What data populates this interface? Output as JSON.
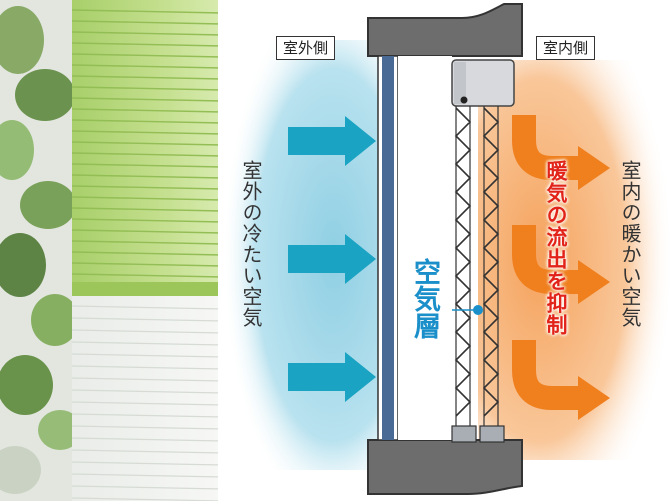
{
  "labels": {
    "outdoor_side": "室外側",
    "indoor_side": "室内側",
    "outdoor_air": "室外の冷たい空気",
    "indoor_air": "室内の暖かい空気",
    "air_layer": "空気層",
    "heat_retention": "暖気の流出を抑制"
  },
  "colors": {
    "cold_air": "#8fcfe3",
    "warm_air": "#f7b277",
    "cold_arrow": "#1aa3c2",
    "warm_arrow": "#f07f1e",
    "air_layer_text": "#1a8fc9",
    "heat_text": "#e2231a",
    "glass_pane": "#4a6a96",
    "frame": "#6d6d6d"
  },
  "icons": {
    "cold_arrows": "right-arrow",
    "warm_arrows": "u-turn-arrow"
  }
}
